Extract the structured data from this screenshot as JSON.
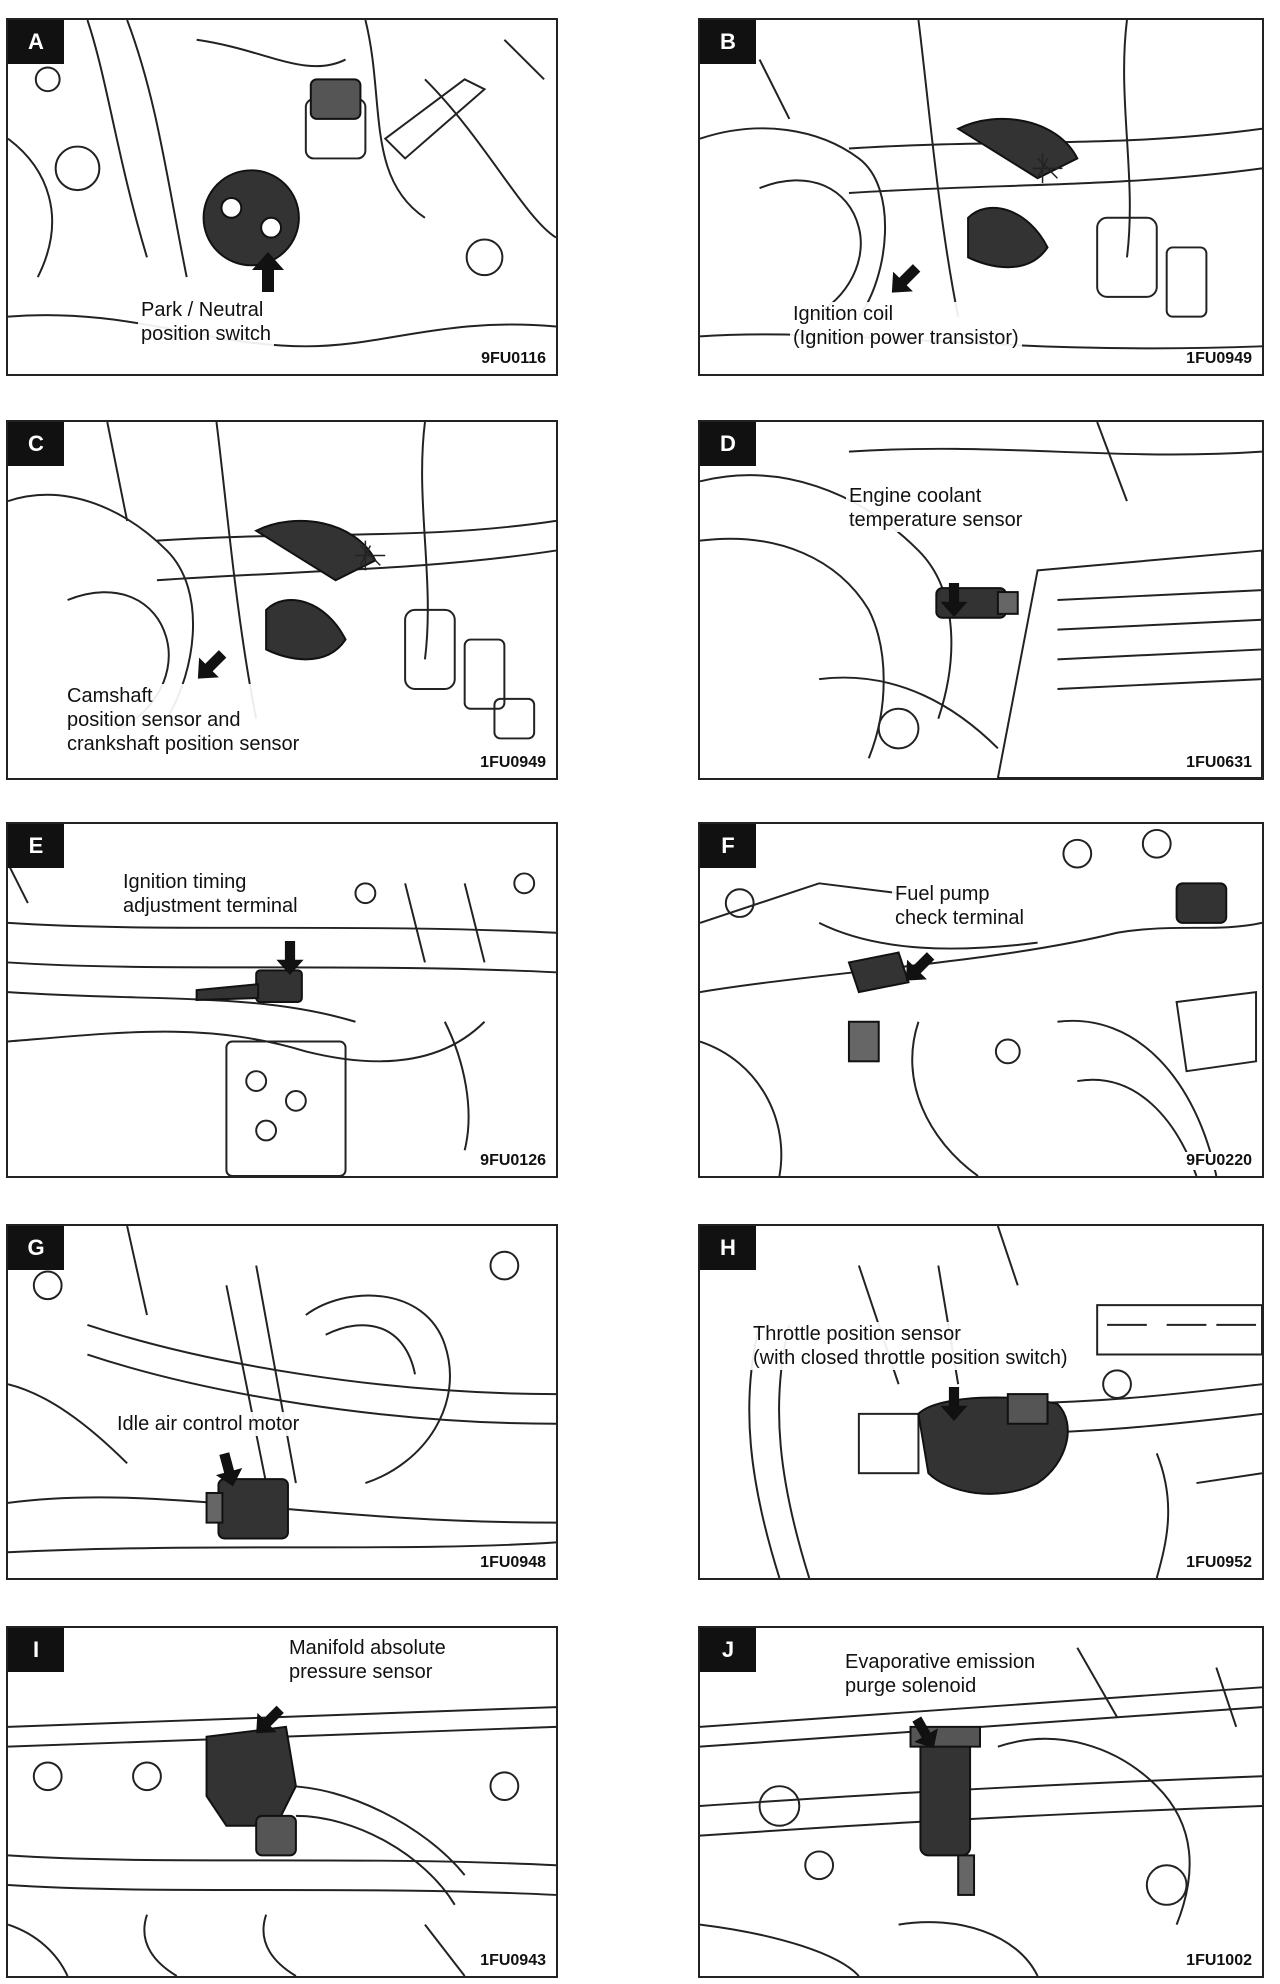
{
  "panels": [
    {
      "letter": "A",
      "label": "Park / Neutral\nposition switch",
      "code": "9FU0116"
    },
    {
      "letter": "B",
      "label": "Ignition coil\n(Ignition power transistor)",
      "code": "1FU0949"
    },
    {
      "letter": "C",
      "label": "Camshaft\nposition sensor and\ncrankshaft position sensor",
      "code": "1FU0949"
    },
    {
      "letter": "D",
      "label": "Engine coolant\ntemperature sensor",
      "code": "1FU0631"
    },
    {
      "letter": "E",
      "label": "Ignition timing\nadjustment terminal",
      "code": "9FU0126"
    },
    {
      "letter": "F",
      "label": "Fuel pump\ncheck terminal",
      "code": "9FU0220"
    },
    {
      "letter": "G",
      "label": "Idle air control motor",
      "code": "1FU0948"
    },
    {
      "letter": "H",
      "label": "Throttle position sensor\n(with closed throttle position switch)",
      "code": "1FU0952"
    },
    {
      "letter": "I",
      "label": "Manifold absolute\npressure sensor",
      "code": "1FU0943"
    },
    {
      "letter": "J",
      "label": "Evaporative emission\npurge solenoid",
      "code": "1FU1002"
    }
  ]
}
